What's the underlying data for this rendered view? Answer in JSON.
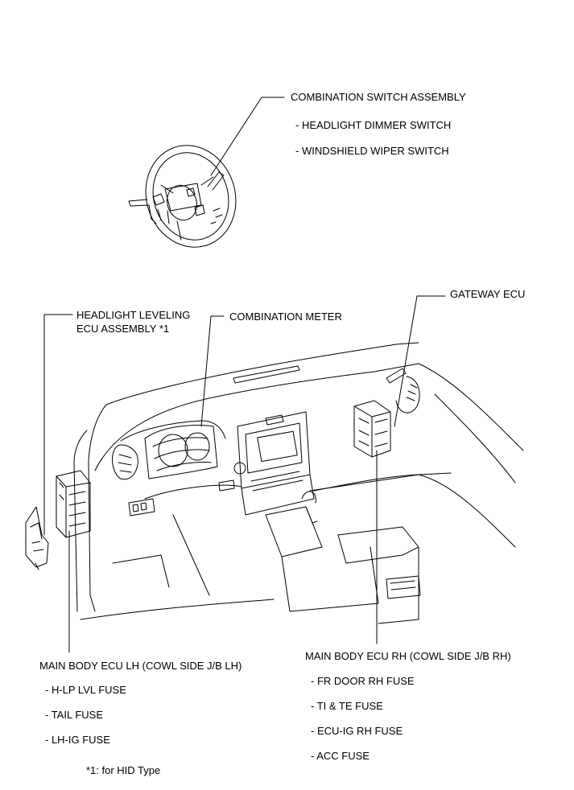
{
  "combination_switch": {
    "title": "COMBINATION SWITCH ASSEMBLY",
    "items": [
      "- HEADLIGHT DIMMER SWITCH",
      "- WINDSHIELD WIPER SWITCH"
    ]
  },
  "headlight_leveling": {
    "line1": "HEADLIGHT LEVELING",
    "line2": "ECU ASSEMBLY *1"
  },
  "combination_meter": {
    "title": "COMBINATION METER"
  },
  "gateway_ecu": {
    "title": "GATEWAY ECU"
  },
  "main_body_ecu_lh": {
    "title": "MAIN BODY ECU LH (COWL SIDE J/B LH)",
    "items": [
      "- H-LP LVL FUSE",
      "- TAIL FUSE",
      "- LH-IG FUSE"
    ]
  },
  "main_body_ecu_rh": {
    "title": "MAIN BODY ECU RH (COWL SIDE J/B RH)",
    "items": [
      "- FR DOOR RH FUSE",
      "- TI & TE FUSE",
      "- ECU-IG RH FUSE",
      "- ACC FUSE"
    ]
  },
  "footnote": "*1: for HID Type",
  "colors": {
    "line": "#000000",
    "background": "#ffffff"
  }
}
